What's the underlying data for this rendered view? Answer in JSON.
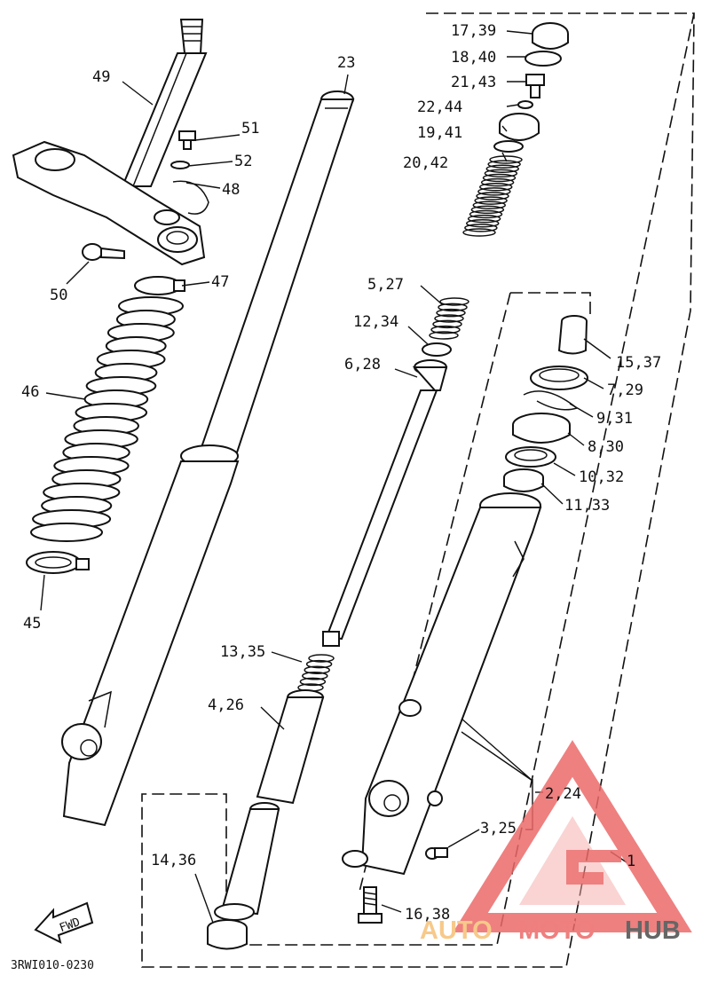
{
  "diagram": {
    "drawing_code": "3RWI010-0230",
    "fwd_label": "FWD",
    "watermark": {
      "part1": "AUTO",
      "part2": "MOTO",
      "part3": "HUB"
    },
    "callouts": [
      {
        "id": "c49",
        "text": "49"
      },
      {
        "id": "c51",
        "text": "51"
      },
      {
        "id": "c52",
        "text": "52"
      },
      {
        "id": "c48",
        "text": "48"
      },
      {
        "id": "c50",
        "text": "50"
      },
      {
        "id": "c47",
        "text": "47"
      },
      {
        "id": "c46",
        "text": "46"
      },
      {
        "id": "c45",
        "text": "45"
      },
      {
        "id": "c23",
        "text": "23"
      },
      {
        "id": "c17",
        "text": "17,39"
      },
      {
        "id": "c18",
        "text": "18,40"
      },
      {
        "id": "c21",
        "text": "21,43"
      },
      {
        "id": "c22",
        "text": "22,44"
      },
      {
        "id": "c19",
        "text": "19,41"
      },
      {
        "id": "c20",
        "text": "20,42"
      },
      {
        "id": "c5",
        "text": "5,27"
      },
      {
        "id": "c12",
        "text": "12,34"
      },
      {
        "id": "c6",
        "text": "6,28"
      },
      {
        "id": "c15",
        "text": "15,37"
      },
      {
        "id": "c7",
        "text": "7,29"
      },
      {
        "id": "c9",
        "text": "9,31"
      },
      {
        "id": "c8",
        "text": "8,30"
      },
      {
        "id": "c10",
        "text": "10,32"
      },
      {
        "id": "c11",
        "text": "11,33"
      },
      {
        "id": "c13",
        "text": "13,35"
      },
      {
        "id": "c4",
        "text": "4,26"
      },
      {
        "id": "c2",
        "text": "2,24"
      },
      {
        "id": "c3",
        "text": "3,25"
      },
      {
        "id": "c1",
        "text": "1"
      },
      {
        "id": "c14",
        "text": "14,36"
      },
      {
        "id": "c16",
        "text": "16,38"
      }
    ]
  }
}
